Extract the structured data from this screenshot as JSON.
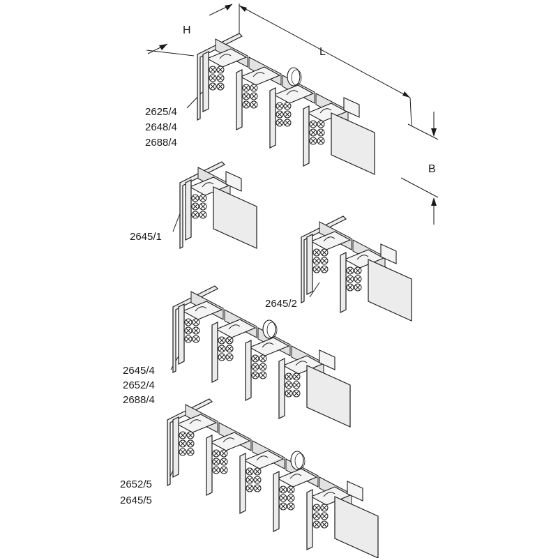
{
  "dimensions": {
    "h": "H",
    "l": "L",
    "b": "B"
  },
  "groups": [
    {
      "labels": [
        "2625/4",
        "2648/4",
        "2688/4"
      ],
      "modules": 4
    },
    {
      "labels": [
        "2645/1"
      ],
      "modules": 1
    },
    {
      "labels": [
        "2645/2"
      ],
      "modules": 2
    },
    {
      "labels": [
        "2645/4",
        "2652/4",
        "2688/4"
      ],
      "modules": 4
    },
    {
      "labels": [
        "2652/5",
        "2645/5"
      ],
      "modules": 5
    }
  ]
}
